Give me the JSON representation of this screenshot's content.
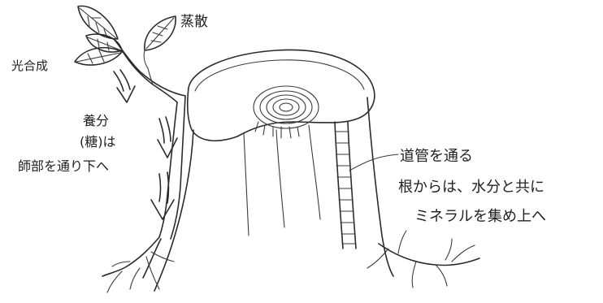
{
  "labels": {
    "transpiration": "蒸散",
    "photosynthesis": "光合成",
    "nutrients_line1": "養分",
    "nutrients_line2": "(糖)は",
    "nutrients_line3": "師部を通り下へ",
    "vessel_title": "道管を通る",
    "vessel_line2": "根からは、水分と共に",
    "vessel_line3": "ミネラルを集め上へ"
  }
}
